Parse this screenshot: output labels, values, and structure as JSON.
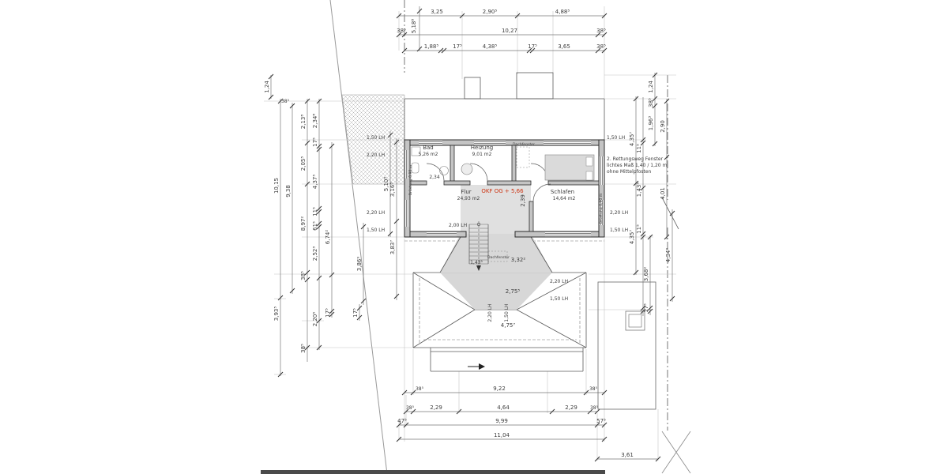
{
  "drawing": {
    "level_label": "OKF OG + 5,66",
    "rooms": {
      "bad": {
        "name": "Bad",
        "area": "5,26 m2"
      },
      "heizung": {
        "name": "Heizung",
        "area": "9,01 m2"
      },
      "flur": {
        "name": "Flur",
        "area": "24,93 m2"
      },
      "schlafen": {
        "name": "Schlafen",
        "area": "14,64 m2"
      }
    },
    "note": {
      "line1": "2. Rettungsweg Fenster",
      "line2": "lichtes Maß 1,40 / 1,20 m",
      "line3": "ohne Mittelpfosten"
    },
    "misc": {
      "dachfenster_top": "Dachfenster",
      "dachfenster_mid": "Dachfenster",
      "bruestung_left": "Brüstung 0,90 m",
      "bruestung_right": "Brüstung 0,90 m"
    },
    "colors": {
      "level_label": "#cc3311",
      "wall_fill": "#c4c4c4"
    },
    "dims": {
      "top": [
        "3,25",
        "2,90⁵",
        "4,88⁵",
        "38⁵",
        "10,27",
        "38⁵",
        "5,18⁸",
        "1,88⁵",
        "17⁵",
        "4,38⁵",
        "17⁵",
        "3,65",
        "38⁵"
      ],
      "upper_side": [
        "1,24",
        "38⁵",
        "1,24"
      ],
      "left": [
        "10,15",
        "9,38",
        "2,13⁸",
        "2,34⁸",
        "17⁵",
        "2,05⁵",
        "4,37⁵",
        "8,97²",
        "11⁵",
        "61⁵",
        "6,74²",
        "2,52³",
        "38⁵",
        "3,93⁵",
        "2,20⁵",
        "38⁵",
        "17⁵"
      ],
      "mid_left": [
        "3,86⁹",
        "5,10³",
        "3,16⁸",
        "3,83⁷",
        "17⁵"
      ],
      "right": [
        "38⁵",
        "1,96³",
        "2,90",
        "4,35⁷",
        "11⁵",
        "1,43⁵",
        "4,01",
        "4,35⁷",
        "11⁵",
        "4,34⁹",
        "3,68²",
        "17⁵"
      ],
      "bottom": [
        "9,22",
        "38⁵",
        "38⁵",
        "38⁵",
        "2,29",
        "4,64",
        "2,29",
        "38⁵",
        "47⁵",
        "9,99",
        "57⁵",
        "11,04",
        "3,61"
      ],
      "inner": [
        "2,39",
        "1,43⁵",
        "3,32²",
        "2,75⁵",
        "4,75⁷",
        "2,34"
      ],
      "lh": [
        "1,50 LH",
        "2,20 LH",
        "2,20 LH",
        "1,50 LH",
        "1,50 LH",
        "2,20 LH",
        "1,50 LH",
        "2,00 LH",
        "2,20 LH",
        "1,50 LH",
        "2,20 LH",
        "1,50 LH"
      ]
    }
  }
}
